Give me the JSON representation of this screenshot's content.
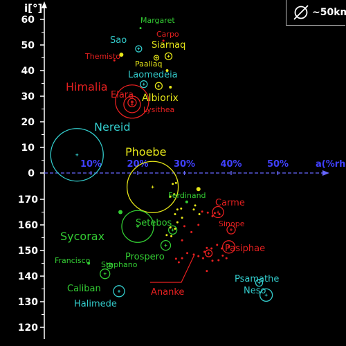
{
  "axes": {
    "y_label": "i[°]",
    "x_label": "a(%rh)",
    "y_ticks_top": [
      "0",
      "10",
      "20",
      "30",
      "40",
      "50",
      "60"
    ],
    "y_ticks_bottom": [
      "120",
      "130",
      "140",
      "150",
      "160",
      "170"
    ],
    "x_ticks": [
      "10%",
      "20%",
      "30%",
      "40%",
      "50%"
    ]
  },
  "legend": {
    "symbol": "diameter-icon",
    "text": "~50km"
  },
  "colors": {
    "cyan": "#33cccc",
    "red": "#e62020",
    "yellow": "#e6e619",
    "green": "#33cc33",
    "bg": "#000000",
    "axis": "#ffffff",
    "zero_line": "#6666ff"
  },
  "chart_data": {
    "type": "scatter",
    "title": "",
    "xlabel": "a(%rh)",
    "ylabel": "i[°]",
    "x_range": [
      0,
      62
    ],
    "y_range_prograde": [
      0,
      62
    ],
    "y_range_retrograde": [
      180,
      120
    ],
    "labeled_moons": [
      {
        "name": "Margaret",
        "a": 20.6,
        "i": 56.6,
        "color": "green",
        "r": 1.5
      },
      {
        "name": "Sao",
        "a": 20.2,
        "i": 48.5,
        "color": "cyan",
        "r": 4.5
      },
      {
        "name": "Carpo",
        "a": 25.5,
        "i": 51.7,
        "color": "red",
        "r": 1
      },
      {
        "name": "Siarnaq",
        "a": 26.6,
        "i": 45.6,
        "color": "yellow",
        "r": 5
      },
      {
        "name": "Themisto",
        "a": 15.0,
        "i": 44.0,
        "color": "red",
        "r": 1
      },
      {
        "name": "Paaliaq",
        "a": 24.0,
        "i": 45.0,
        "color": "yellow",
        "r": 3.5
      },
      {
        "name": "Laomedeia",
        "a": 21.3,
        "i": 34.7,
        "color": "cyan",
        "r": 5
      },
      {
        "name": "Albiorix",
        "a": 24.5,
        "i": 34.0,
        "color": "yellow",
        "r": 5
      },
      {
        "name": "Himalia",
        "a": 18.8,
        "i": 27.9,
        "color": "red",
        "r": 24
      },
      {
        "name": "Elara",
        "a": 18.8,
        "i": 26.8,
        "color": "red",
        "r": 12
      },
      {
        "name": "Lysithea",
        "a": 18.8,
        "i": 27.5,
        "color": "red",
        "r": 6
      },
      {
        "name": "Nereid",
        "a": 7.0,
        "i": 7.1,
        "color": "cyan",
        "r": 38
      },
      {
        "name": "Phoebe",
        "a": 23.2,
        "i": 174.8,
        "color": "yellow",
        "r": 37
      },
      {
        "name": "Ferdinand",
        "a": 30.5,
        "i": 169.0,
        "color": "green",
        "r": 2
      },
      {
        "name": "Carme",
        "a": 37.2,
        "i": 165.0,
        "color": "red",
        "r": 8
      },
      {
        "name": "Sinope",
        "a": 40.0,
        "i": 158.1,
        "color": "red",
        "r": 6
      },
      {
        "name": "Setebos",
        "a": 27.5,
        "i": 158.0,
        "color": "green",
        "r": 6
      },
      {
        "name": "Sycorax",
        "a": 20.0,
        "i": 159.4,
        "color": "green",
        "r": 23
      },
      {
        "name": "Prospero",
        "a": 26.0,
        "i": 152.0,
        "color": "green",
        "r": 7
      },
      {
        "name": "Pasiphae",
        "a": 39.5,
        "i": 151.4,
        "color": "red",
        "r": 9
      },
      {
        "name": "Ananke",
        "a": 35.2,
        "i": 148.9,
        "color": "red",
        "r": 5
      },
      {
        "name": "Francisco",
        "a": 9.5,
        "i": 145.0,
        "color": "green",
        "r": 2
      },
      {
        "name": "Stephano",
        "a": 14.0,
        "i": 144.0,
        "color": "green",
        "r": 4
      },
      {
        "name": "Caliban",
        "a": 13.0,
        "i": 140.9,
        "color": "green",
        "r": 7
      },
      {
        "name": "Halimede",
        "a": 16.0,
        "i": 134.1,
        "color": "cyan",
        "r": 8
      },
      {
        "name": "Psamathe",
        "a": 46.0,
        "i": 137.4,
        "color": "cyan",
        "r": 5
      },
      {
        "name": "Neso",
        "a": 47.5,
        "i": 132.6,
        "color": "cyan",
        "r": 9
      }
    ],
    "unlabeled_moons": [
      {
        "a": 16.5,
        "i": 46.2,
        "color": "yellow",
        "r": 3
      },
      {
        "a": 26.3,
        "i": 40.0,
        "color": "yellow",
        "r": 2
      },
      {
        "a": 27.0,
        "i": 33.5,
        "color": "yellow",
        "r": 2
      },
      {
        "a": 16.3,
        "i": 165.0,
        "color": "green",
        "r": 3
      },
      {
        "a": 33.0,
        "i": 174.0,
        "color": "yellow",
        "r": 3
      },
      {
        "a": 27.5,
        "i": 176.0,
        "color": "yellow",
        "r": 1.5
      },
      {
        "a": 28.2,
        "i": 176.4,
        "color": "yellow",
        "r": 1.5
      },
      {
        "a": 27.8,
        "i": 172.0,
        "color": "yellow",
        "r": 1.5
      },
      {
        "a": 27.0,
        "i": 171.0,
        "color": "yellow",
        "r": 1.5
      },
      {
        "a": 28.5,
        "i": 166.0,
        "color": "yellow",
        "r": 1.5
      },
      {
        "a": 28.0,
        "i": 164.2,
        "color": "yellow",
        "r": 1.5
      },
      {
        "a": 29.5,
        "i": 162.8,
        "color": "yellow",
        "r": 1.5
      },
      {
        "a": 28.5,
        "i": 161.0,
        "color": "yellow",
        "r": 1.5
      },
      {
        "a": 27.0,
        "i": 159.0,
        "color": "yellow",
        "r": 1.5
      },
      {
        "a": 28.0,
        "i": 158.5,
        "color": "yellow",
        "r": 1.5
      },
      {
        "a": 26.2,
        "i": 156.0,
        "color": "yellow",
        "r": 1.5
      },
      {
        "a": 27.2,
        "i": 155.6,
        "color": "yellow",
        "r": 1.5
      },
      {
        "a": 32.3,
        "i": 167.6,
        "color": "yellow",
        "r": 1.5
      },
      {
        "a": 32.0,
        "i": 166.0,
        "color": "yellow",
        "r": 1.5
      },
      {
        "a": 29.3,
        "i": 166.4,
        "color": "yellow",
        "r": 1.5
      },
      {
        "a": 33.8,
        "i": 165.2,
        "color": "red",
        "r": 1.5
      },
      {
        "a": 35.0,
        "i": 164.8,
        "color": "red",
        "r": 1.5
      },
      {
        "a": 36.5,
        "i": 164.6,
        "color": "red",
        "r": 1.5
      },
      {
        "a": 37.5,
        "i": 164.2,
        "color": "red",
        "r": 1.5
      },
      {
        "a": 36.0,
        "i": 163.4,
        "color": "red",
        "r": 1.5
      },
      {
        "a": 33.2,
        "i": 164.2,
        "color": "yellow",
        "r": 1.5
      },
      {
        "a": 31.5,
        "i": 157.2,
        "color": "red",
        "r": 1.5
      },
      {
        "a": 33.0,
        "i": 160.0,
        "color": "red",
        "r": 1.5
      },
      {
        "a": 30.0,
        "i": 159.5,
        "color": "red",
        "r": 1.5
      },
      {
        "a": 29.5,
        "i": 154.0,
        "color": "red",
        "r": 1.5
      },
      {
        "a": 30.6,
        "i": 149.0,
        "color": "red",
        "r": 1.5
      },
      {
        "a": 29.5,
        "i": 147.0,
        "color": "red",
        "r": 1.5
      },
      {
        "a": 28.2,
        "i": 146.8,
        "color": "red",
        "r": 1.5
      },
      {
        "a": 28.8,
        "i": 145.4,
        "color": "red",
        "r": 1.5
      },
      {
        "a": 32.0,
        "i": 148.4,
        "color": "red",
        "r": 1.5
      },
      {
        "a": 33.0,
        "i": 147.8,
        "color": "red",
        "r": 1.5
      },
      {
        "a": 34.3,
        "i": 149.5,
        "color": "red",
        "r": 1.5
      },
      {
        "a": 34.8,
        "i": 151.0,
        "color": "red",
        "r": 1.5
      },
      {
        "a": 35.8,
        "i": 150.8,
        "color": "red",
        "r": 1.5
      },
      {
        "a": 37.0,
        "i": 152.2,
        "color": "red",
        "r": 1.5
      },
      {
        "a": 38.0,
        "i": 150.8,
        "color": "red",
        "r": 1.5
      },
      {
        "a": 34.0,
        "i": 147.0,
        "color": "red",
        "r": 1.5
      },
      {
        "a": 36.0,
        "i": 146.0,
        "color": "red",
        "r": 1.5
      },
      {
        "a": 37.3,
        "i": 146.2,
        "color": "red",
        "r": 1.5
      },
      {
        "a": 38.2,
        "i": 148.0,
        "color": "red",
        "r": 1.5
      },
      {
        "a": 39.0,
        "i": 147.0,
        "color": "red",
        "r": 1.5
      },
      {
        "a": 34.8,
        "i": 142.0,
        "color": "red",
        "r": 1.5
      }
    ]
  }
}
